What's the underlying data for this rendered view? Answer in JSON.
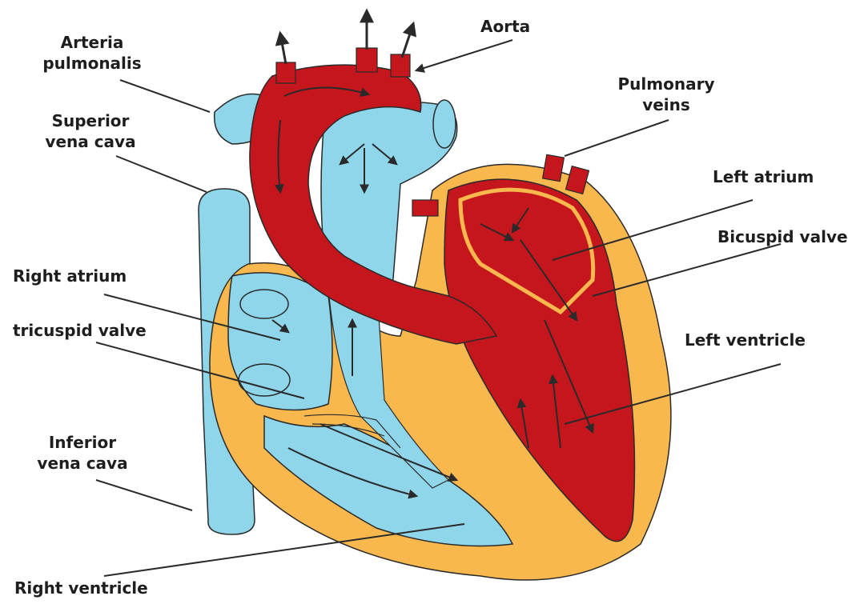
{
  "colors": {
    "oxygenated": "#c4161c",
    "deoxygenated": "#8fd6ea",
    "muscle": "#f8b84e",
    "outline": "#2a2a2a",
    "label_text": "#1e1e1e",
    "background": "#ffffff"
  },
  "labels": {
    "arteria_pulmonalis": [
      "Arteria",
      "pulmonalis"
    ],
    "aorta": "Aorta",
    "pulmonary_veins": [
      "Pulmonary",
      "veins"
    ],
    "superior_vena_cava": [
      "Superior",
      "vena cava"
    ],
    "left_atrium": "Left atrium",
    "bicuspid_valve": "Bicuspid valve",
    "right_atrium": "Right atrium",
    "tricuspid_valve": "tricuspid valve",
    "left_ventricle": "Left ventricle",
    "inferior_vena_cava": [
      "Inferior",
      "vena cava"
    ],
    "right_ventricle": "Right ventricle"
  }
}
